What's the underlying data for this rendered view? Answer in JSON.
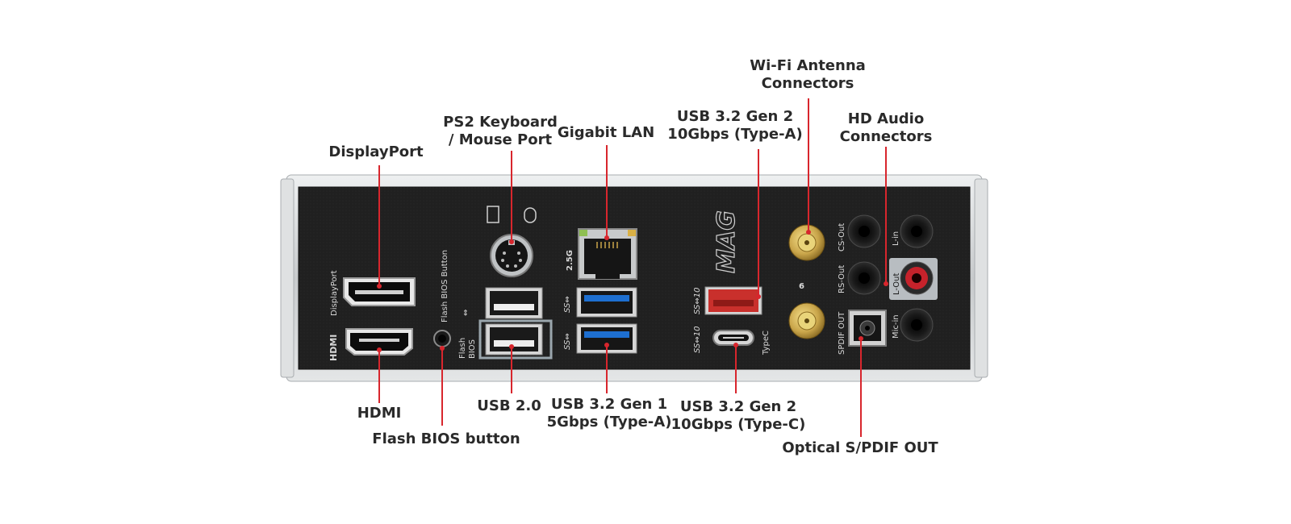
{
  "brand_logo_text": "MAG",
  "panel_labels": {
    "displayport": "DisplayPort",
    "hdmi": "HDMI",
    "flash_bios_button": "Flash BIOS Button",
    "flash_bios": [
      "Flash",
      "BIOS"
    ],
    "lan_speed": "2.5G",
    "cs_out": "CS-Out",
    "rs_out": "RS-Out",
    "l_in": "L-in",
    "l_out": "L-Out",
    "mic_in": "Mic-in",
    "spdif_out": "SPDIF OUT",
    "typec": "TypeC",
    "ss10": "SS10",
    "wifi6": "6"
  },
  "callouts": {
    "displayport": [
      "DisplayPort"
    ],
    "hdmi": [
      "HDMI"
    ],
    "flash_bios": [
      "Flash BIOS button"
    ],
    "ps2": [
      "PS2 Keyboard",
      "/ Mouse Port"
    ],
    "usb20": [
      "USB 2.0"
    ],
    "lan": [
      "Gigabit LAN"
    ],
    "usb32g1": [
      "USB 3.2 Gen 1",
      "5Gbps (Type-A)"
    ],
    "usb32g2a": [
      "USB 3.2 Gen 2",
      "10Gbps (Type-A)"
    ],
    "usb32g2c": [
      "USB 3.2 Gen 2",
      "10Gbps (Type-C)"
    ],
    "wifi": [
      "Wi-Fi Antenna",
      "Connectors"
    ],
    "hdaudio": [
      "HD Audio",
      "Connectors"
    ],
    "spdif": [
      "Optical S/PDIF OUT"
    ]
  },
  "colors": {
    "panel": "#202020",
    "frame": "#cfd2d4",
    "leader_line": "#d8262d",
    "usb3_blue": "#1e6fd0",
    "usb_red": "#c9302c",
    "gold": "#c9a54a",
    "audio_ring": "#0f0f0f",
    "lout_red": "#c5222b"
  }
}
